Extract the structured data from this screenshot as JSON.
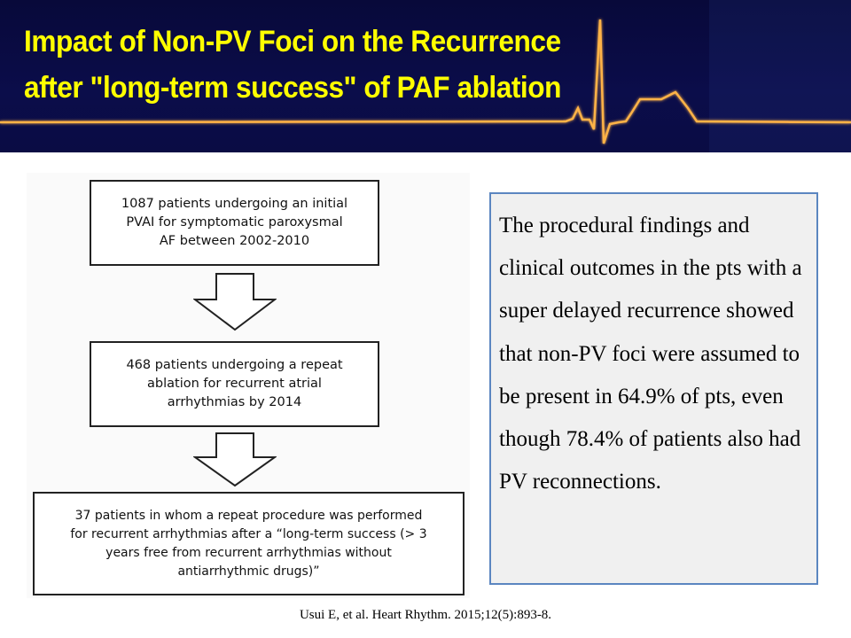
{
  "slide": {
    "title_line1": "Impact of Non-PV Foci on the Recurrence",
    "title_line2": "after \"long-term success\" of PAF ablation",
    "colors": {
      "header_bg": "#0a0c44",
      "title": "#ffff00",
      "ecg": "#ffb347",
      "textbox_border": "#5b86c0",
      "textbox_bg": "#f0f0f0"
    }
  },
  "flowchart": {
    "steps": [
      {
        "text": "1087 patients undergoing an initial PVAI for symptomatic paroxysmal AF between 2002-2010"
      },
      {
        "text": "468 patients undergoing a repeat ablation for recurrent atrial arrhythmias by 2014"
      },
      {
        "text": "37 patients in whom a repeat procedure was performed for recurrent arrhythmias after a “long-term success (> 3 years free from recurrent arrhythmias without antiarrhythmic drugs)”"
      }
    ]
  },
  "summary": {
    "text": "The procedural findings and clinical outcomes in the pts with a super delayed recurrence showed that non-PV foci were assumed to be present in 64.9% of pts, even though 78.4% of patients also had PV reconnections."
  },
  "citation": "Usui E, et al. Heart Rhythm. 2015;12(5):893-8."
}
